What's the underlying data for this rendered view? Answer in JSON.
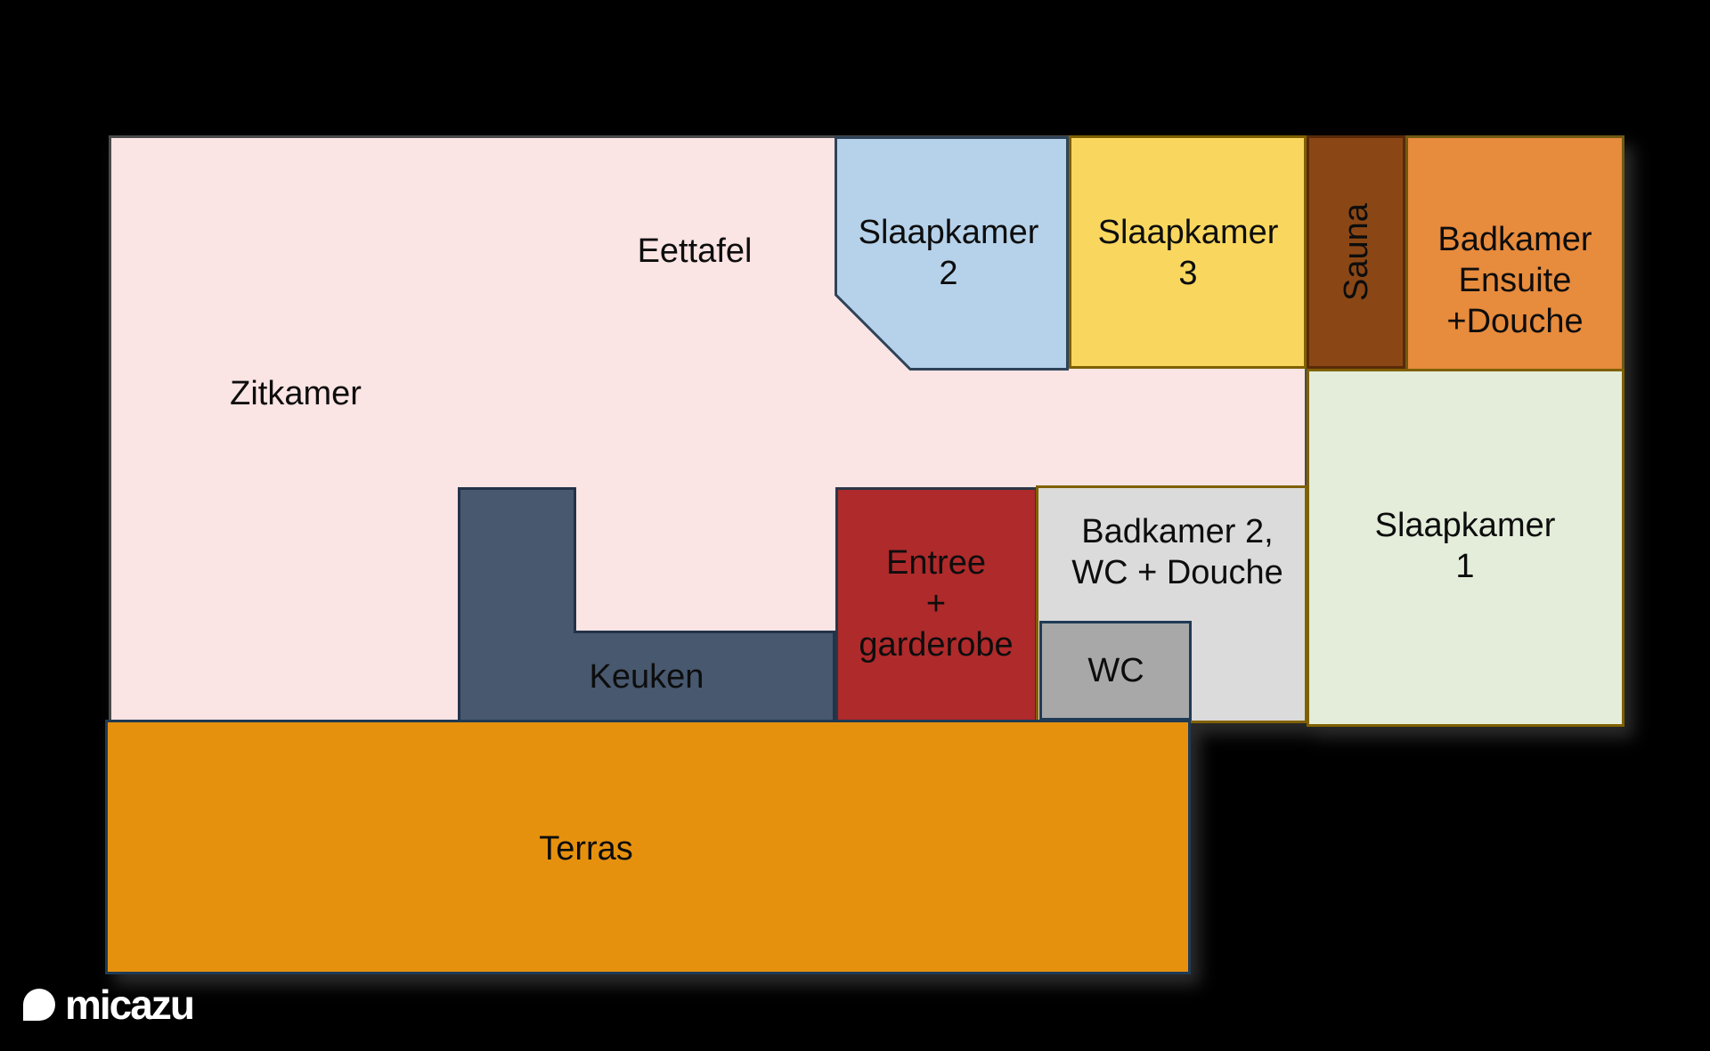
{
  "page": {
    "background": "#000000",
    "type_hint": "floorplan"
  },
  "logo": {
    "brand": "micazu",
    "color": "#ffffff",
    "icon": "drop-bubble-icon"
  },
  "rooms": {
    "zitkamer": {
      "label": "Zitkamer",
      "fill": "#FBE4E4",
      "border": "#4A4A4A"
    },
    "eettafel": {
      "label": "Eettafel"
    },
    "slaapkamer2": {
      "lines": [
        "Slaapkamer",
        "2"
      ],
      "fill": "#B5D2EA",
      "border": "#2F4358"
    },
    "slaapkamer3": {
      "lines": [
        "Slaapkamer",
        "3"
      ],
      "fill": "#F9D75F",
      "border": "#7F6000"
    },
    "sauna": {
      "label": "Sauna",
      "fill": "#8A4715",
      "border": "#59290A"
    },
    "badkamer_ensuite": {
      "lines": [
        "Badkamer",
        "Ensuite",
        "+Douche"
      ],
      "fill": "#E78B3D",
      "border": "#6F5A14"
    },
    "slaapkamer1": {
      "lines": [
        "Slaapkamer",
        "1"
      ],
      "fill": "#E3EDDA",
      "border": "#7F6000"
    },
    "badkamer2": {
      "lines": [
        "Badkamer 2,",
        "WC + Douche"
      ],
      "fill": "#DBDBDB",
      "border": "#7F6000"
    },
    "wc": {
      "label": "WC",
      "fill": "#A8A8A8",
      "border": "#1F3A55"
    },
    "entree": {
      "lines": [
        "Entree",
        "+",
        "garderobe"
      ],
      "fill": "#AF2A2B",
      "border": "#2A3646"
    },
    "keuken": {
      "label": "Keuken",
      "fill": "#47586F",
      "border": "#223349"
    },
    "terras": {
      "label": "Terras",
      "fill": "#E6910E",
      "border": "#1F3A55"
    }
  }
}
